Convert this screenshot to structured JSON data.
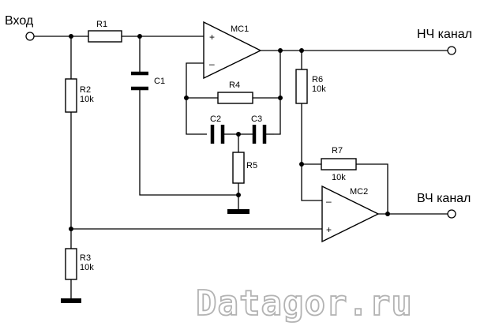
{
  "terminals": {
    "input": "Вход",
    "lf_output": "НЧ канал",
    "hf_output": "ВЧ канал"
  },
  "components": {
    "r1": {
      "name": "R1"
    },
    "r2": {
      "name": "R2",
      "value": "10k"
    },
    "r3": {
      "name": "R3",
      "value": "10k"
    },
    "r4": {
      "name": "R4"
    },
    "r5": {
      "name": "R5"
    },
    "r6": {
      "name": "R6",
      "value": "10k"
    },
    "r7": {
      "name": "R7",
      "value": "10k"
    },
    "c1": {
      "name": "C1"
    },
    "c2": {
      "name": "C2"
    },
    "c3": {
      "name": "C3"
    },
    "mc1": {
      "name": "MC1"
    },
    "mc2": {
      "name": "MC2"
    }
  },
  "opamp_signs": {
    "plus": "+",
    "minus": "–"
  },
  "watermark": "Datagor.ru"
}
